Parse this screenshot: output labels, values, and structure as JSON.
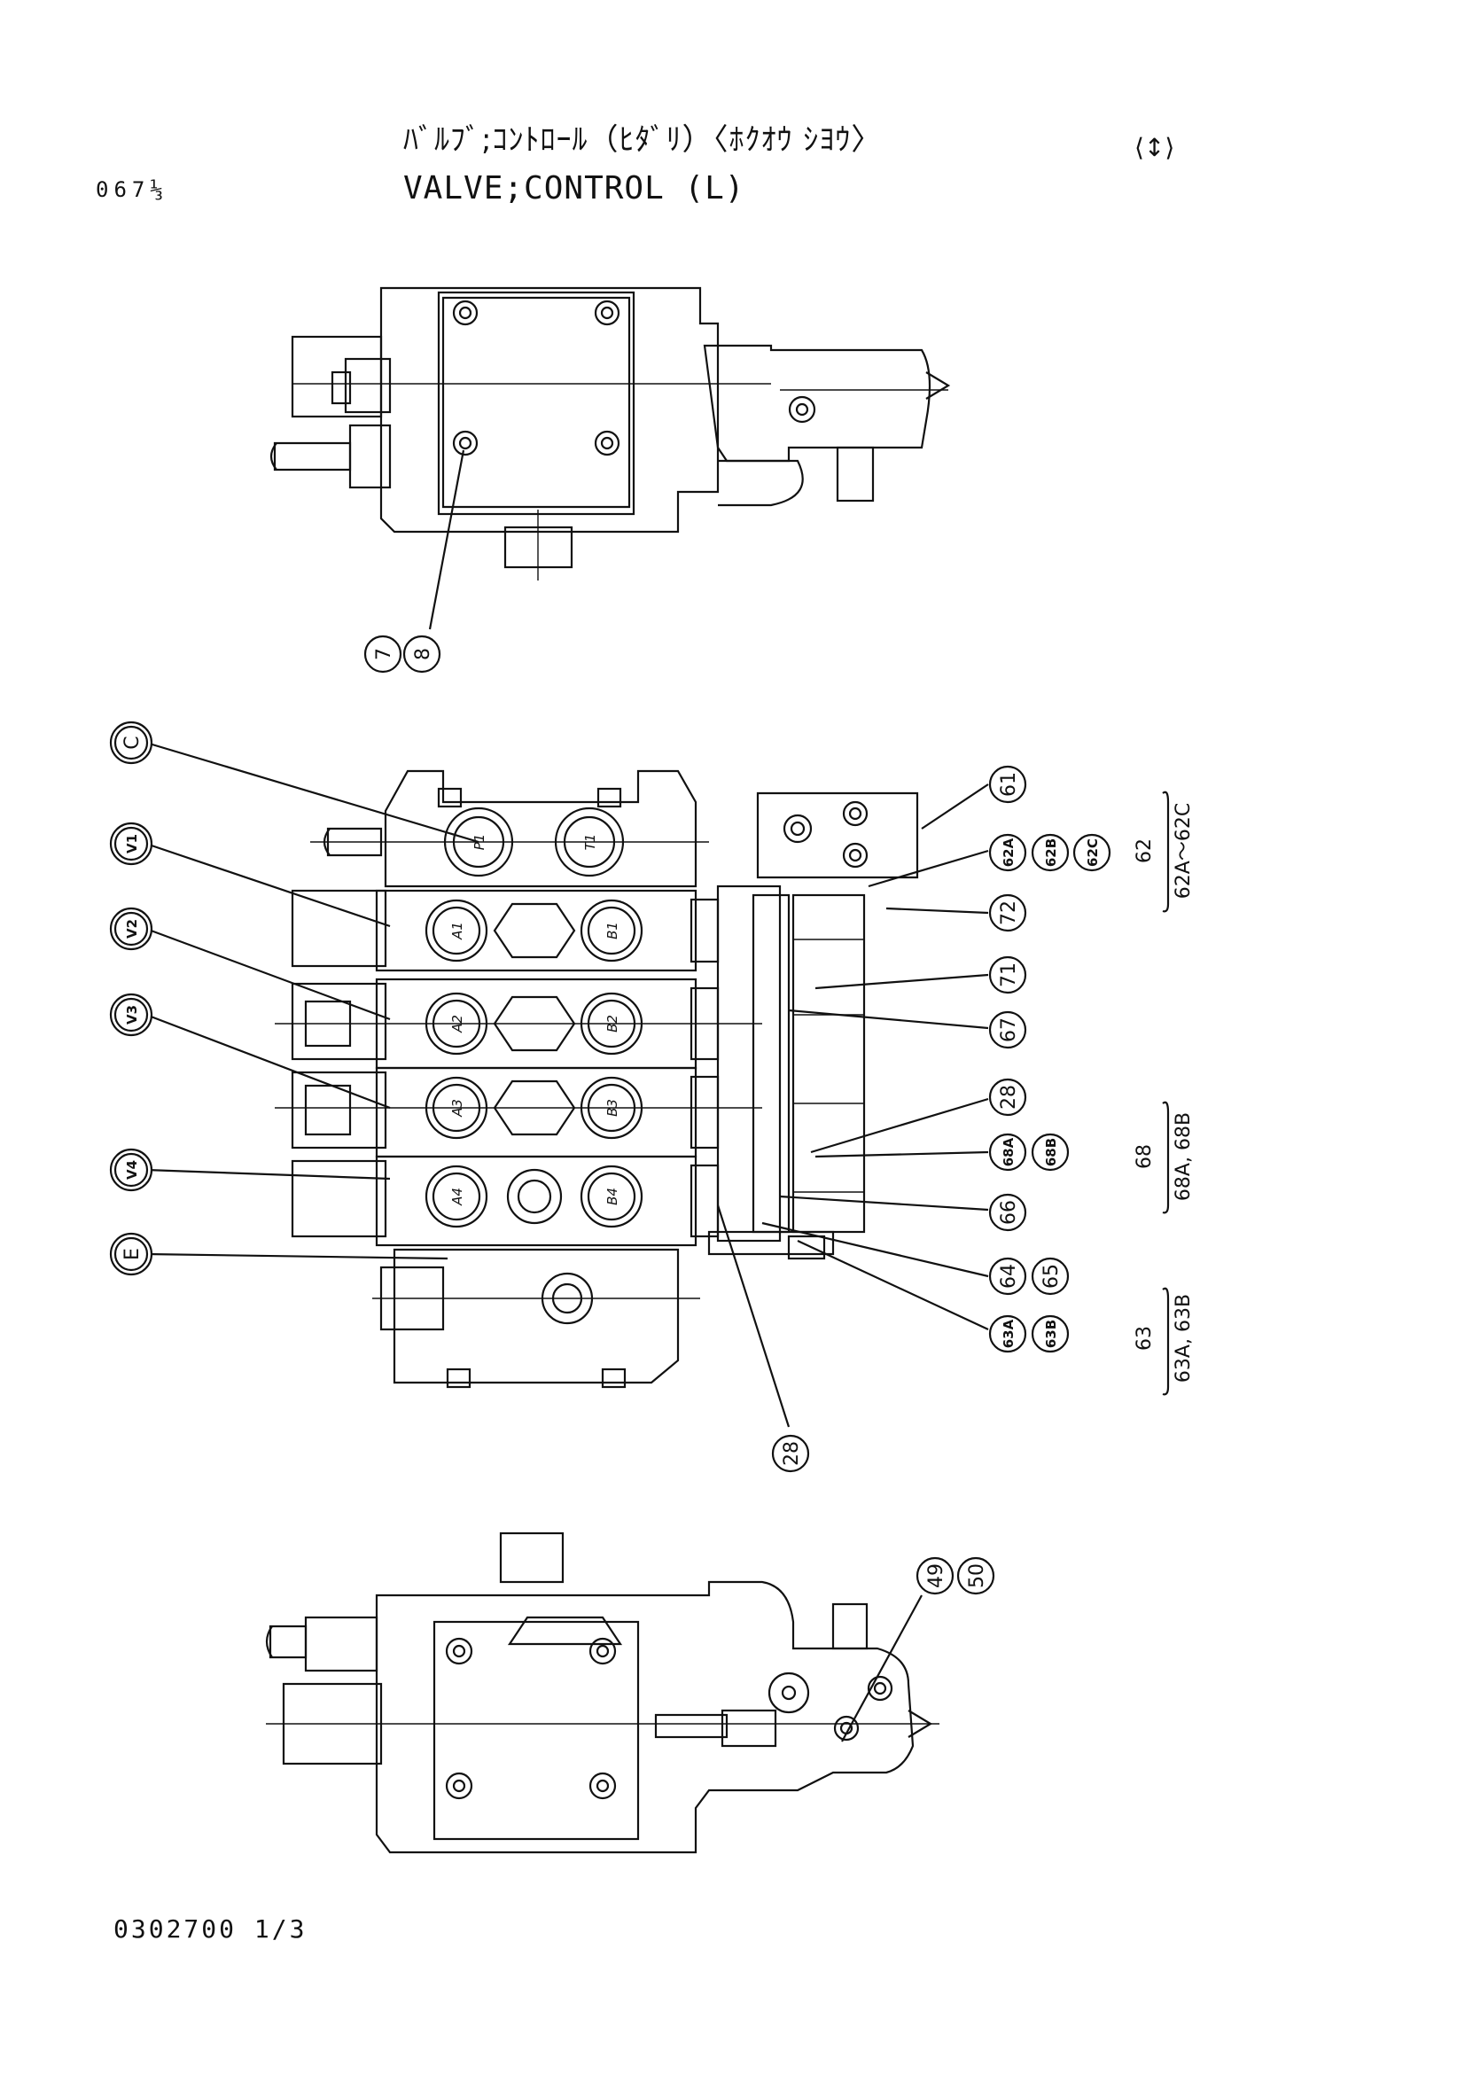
{
  "header": {
    "title_jp": "ﾊﾞﾙﾌﾞ;ｺﾝﾄﾛｰﾙ（ﾋﾀﾞﾘ）〈ﾎｸｵｳ ｼﾖｳ〉",
    "title_en": "VALVE;CONTROL (L)",
    "page_code": "067⅓",
    "corner_mark": "⟨↕⟩"
  },
  "footer": {
    "doc_number": "0302700 1/3"
  },
  "top_view": {
    "callouts": [
      "7",
      "8"
    ]
  },
  "middle_view": {
    "left_callouts": [
      "C",
      "V1",
      "V2",
      "V3",
      "V4",
      "E"
    ],
    "right_callouts": [
      "61",
      "62A",
      "62B",
      "62C",
      "72",
      "71",
      "67",
      "28",
      "68A",
      "68B",
      "66",
      "64",
      "65",
      "63A",
      "63B"
    ],
    "bottom_callout": "28",
    "groups": [
      {
        "number": "62",
        "range": "62A～62C"
      },
      {
        "number": "68",
        "range": "68A, 68B"
      },
      {
        "number": "63",
        "range": "63A, 63B"
      }
    ],
    "port_labels": [
      "P1",
      "T1",
      "A1",
      "B1",
      "A2",
      "B2",
      "A3",
      "B3",
      "A4",
      "B4"
    ]
  },
  "bottom_view": {
    "callouts": [
      "49",
      "50"
    ]
  }
}
